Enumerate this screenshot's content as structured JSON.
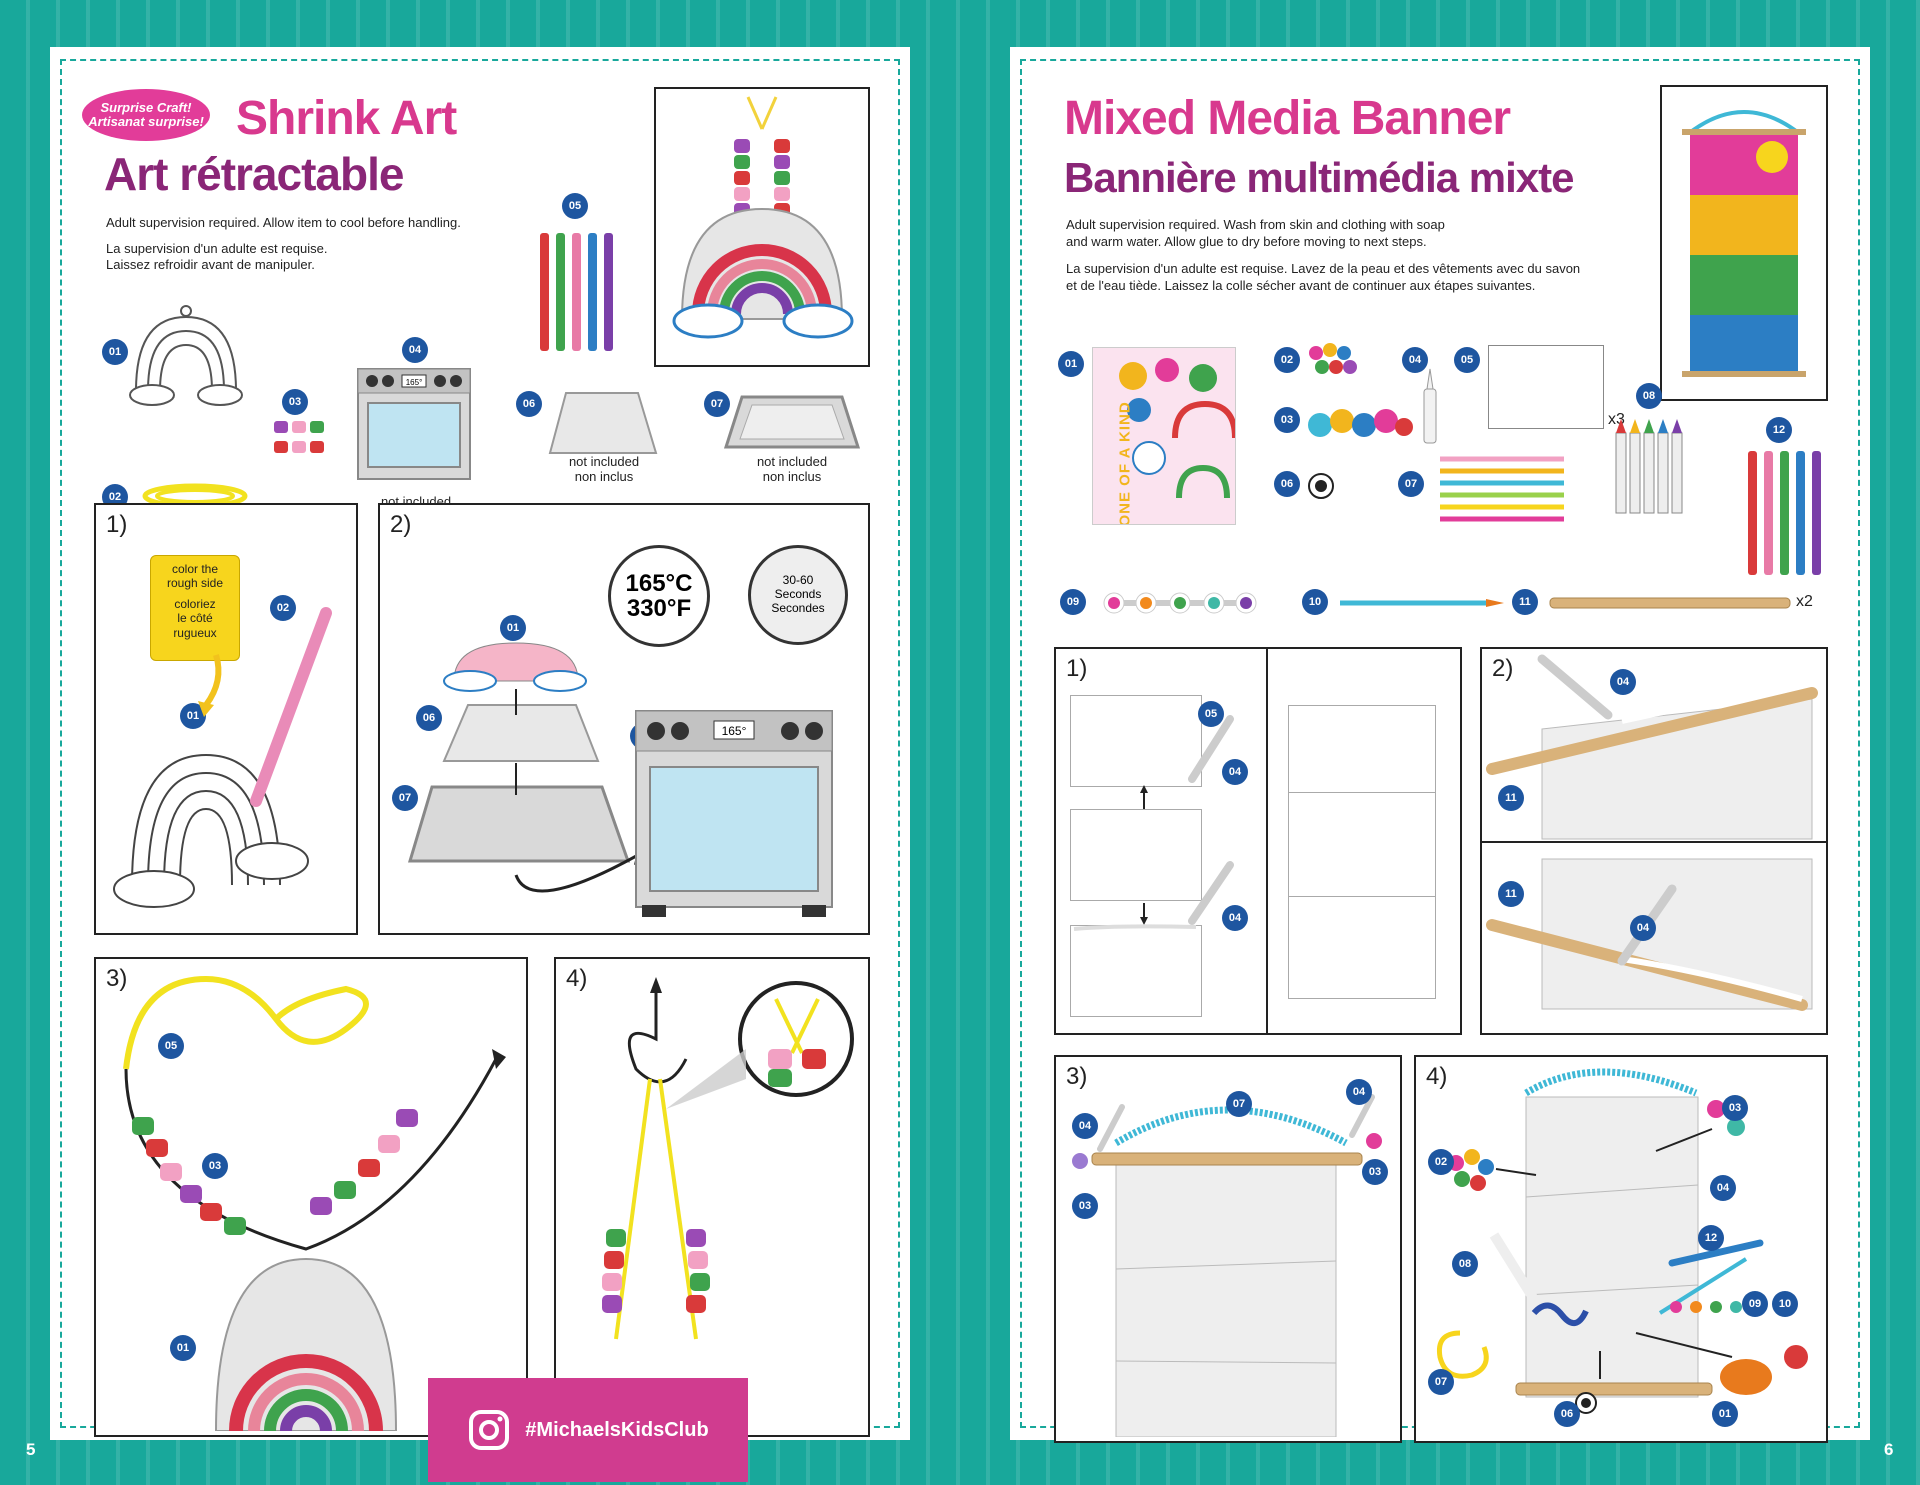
{
  "left_page": {
    "page_number": "5",
    "badge_line1": "Surprise Craft!",
    "badge_line2": "Artisanat surprise!",
    "title_en": "Shrink Art",
    "title_fr": "Art rétractable",
    "note_en": "Adult supervision required. Allow item to cool before handling.",
    "note_fr_1": "La supervision d'un adulte est requise.",
    "note_fr_2": "Laissez refroidir avant de manipuler.",
    "items": [
      "01",
      "02",
      "03",
      "04",
      "05",
      "06",
      "07"
    ],
    "not_included_en": "not included",
    "not_included_fr": "non inclus",
    "oven_display": "165°",
    "step1": {
      "label": "1)",
      "callout_en_1": "color the",
      "callout_en_2": "rough side",
      "callout_fr_1": "coloriez",
      "callout_fr_2": "le côté",
      "callout_fr_3": "rugueux"
    },
    "step2": {
      "label": "2)",
      "temp_c": "165°C",
      "temp_f": "330°F",
      "time_1": "30-60",
      "time_2": "Seconds",
      "time_3": "Secondes"
    },
    "step3": {
      "label": "3)"
    },
    "step4": {
      "label": "4)"
    },
    "hashtag": "#MichaelsKidsClub"
  },
  "right_page": {
    "page_number": "6",
    "title_en": "Mixed Media Banner",
    "title_fr": "Bannière multimédia mixte",
    "note_en_1": "Adult supervision required. Wash from skin and clothing with soap",
    "note_en_2": "and warm water. Allow glue to dry before moving to next steps.",
    "note_fr_1": "La supervision d'un adulte est requise. Lavez de la peau et des vêtements avec du savon",
    "note_fr_2": "et de l'eau tiède. Laissez la colle sécher avant de continuer aux étapes suivantes.",
    "sticker_text": "ONE OF A KIND",
    "items": [
      "01",
      "02",
      "03",
      "04",
      "05",
      "06",
      "07",
      "08",
      "09",
      "10",
      "11",
      "12"
    ],
    "mult_x3": "x3",
    "mult_x2": "x2",
    "steps": [
      "1)",
      "2)",
      "3)",
      "4)"
    ]
  },
  "colors": {
    "teal": "#18a89b",
    "pink": "#d8398e",
    "purple": "#8a2677",
    "blue": "#1e56a0"
  }
}
